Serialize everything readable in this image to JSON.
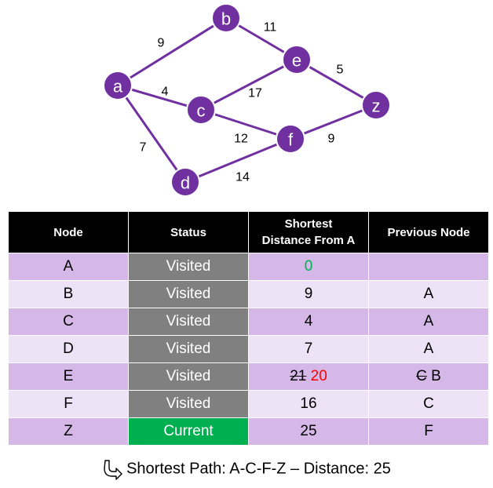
{
  "graph": {
    "nodes": [
      {
        "id": "a",
        "label": "a"
      },
      {
        "id": "b",
        "label": "b"
      },
      {
        "id": "c",
        "label": "c"
      },
      {
        "id": "d",
        "label": "d"
      },
      {
        "id": "e",
        "label": "e"
      },
      {
        "id": "f",
        "label": "f"
      },
      {
        "id": "z",
        "label": "z"
      }
    ],
    "edges": [
      {
        "from": "a",
        "to": "b",
        "weight": "9"
      },
      {
        "from": "a",
        "to": "c",
        "weight": "4"
      },
      {
        "from": "a",
        "to": "d",
        "weight": "7"
      },
      {
        "from": "b",
        "to": "e",
        "weight": "11"
      },
      {
        "from": "c",
        "to": "e",
        "weight": "17"
      },
      {
        "from": "c",
        "to": "f",
        "weight": "12"
      },
      {
        "from": "d",
        "to": "f",
        "weight": "14"
      },
      {
        "from": "e",
        "to": "z",
        "weight": "5"
      },
      {
        "from": "f",
        "to": "z",
        "weight": "9"
      }
    ],
    "node_color": "#7030A0",
    "edge_color": "#7030A0"
  },
  "table": {
    "headers": {
      "node": "Node",
      "status": "Status",
      "distance_line1": "Shortest",
      "distance_line2": "Distance From A",
      "previous": "Previous Node"
    },
    "rows": [
      {
        "node": "A",
        "status": "Visited",
        "distance": "0",
        "previous": ""
      },
      {
        "node": "B",
        "status": "Visited",
        "distance": "9",
        "previous": "A"
      },
      {
        "node": "C",
        "status": "Visited",
        "distance": "4",
        "previous": "A"
      },
      {
        "node": "D",
        "status": "Visited",
        "distance": "7",
        "previous": "A"
      },
      {
        "node": "E",
        "status": "Visited",
        "distance_old": "21",
        "distance_new": "20",
        "previous_old": "C",
        "previous_new": "B"
      },
      {
        "node": "F",
        "status": "Visited",
        "distance": "16",
        "previous": "C"
      },
      {
        "node": "Z",
        "status": "Current",
        "distance": "25",
        "previous": "F"
      }
    ],
    "colors": {
      "header_bg": "#000000",
      "row_dark": "#D5B8E8",
      "row_light": "#EDE2F6",
      "visited": "#808080",
      "current": "#00B050",
      "changed_value": "#FF0000",
      "zero_value": "#00B050"
    }
  },
  "footer": {
    "icon": "curved-arrow-icon",
    "text": "Shortest Path: A-C-F-Z – Distance: 25"
  }
}
